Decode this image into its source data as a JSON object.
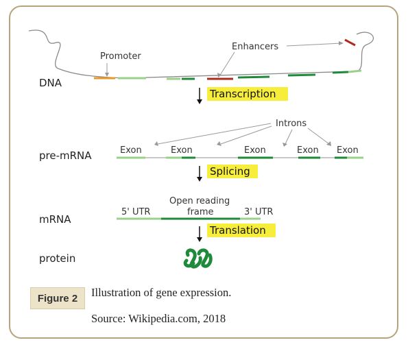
{
  "diagram": {
    "dna": {
      "label": "DNA",
      "promoter_label": "Promoter",
      "enhancers_label": "Enhancers"
    },
    "steps": {
      "transcription": "Transcription",
      "splicing": "Splicing",
      "translation": "Translation"
    },
    "pre_mrna": {
      "label": "pre-mRNA",
      "introns_label": "Introns",
      "exon_labels": [
        "Exon",
        "Exon",
        "Exon",
        "Exon",
        "Exon"
      ]
    },
    "mrna": {
      "label": "mRNA",
      "utr5_label": "5' UTR",
      "orf_label_line1": "Open reading",
      "orf_label_line2": "frame",
      "utr3_label": "3' UTR"
    },
    "protein": {
      "label": "protein"
    },
    "colors": {
      "exon_light": "#9ad08a",
      "exon_dark": "#1e8a3a",
      "promoter": "#e89a2a",
      "enhancer": "#b0281e",
      "step_box": "#f7ee3c",
      "frame_border": "#b7a27a"
    }
  },
  "figure": {
    "tag": "Figure 2",
    "caption": "Illustration of gene expression.",
    "source": "Source: Wikipedia.com, 2018"
  }
}
